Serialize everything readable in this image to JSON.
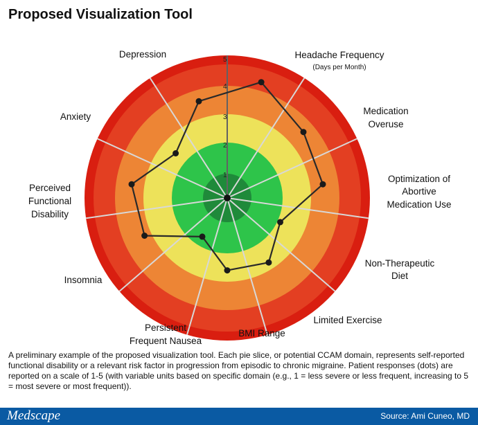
{
  "title": "Proposed Visualization Tool",
  "domains": [
    "Headache Frequency",
    "Medication Overuse",
    "Optimization of Abortive Medication Use",
    "Non-Therapeutic Diet",
    "Limited Exercise",
    "BMI Range",
    "Persistent Frequent Nausea",
    "Insomnia",
    "Perceived Functional Disability",
    "Anxiety",
    "Depression"
  ],
  "labels": {
    "headache_1": "Headache Frequency",
    "headache_sub": "(Days per Month)",
    "med_overuse_1": "Medication",
    "med_overuse_2": "Overuse",
    "optim_1": "Optimization of",
    "optim_2": "Abortive",
    "optim_3": "Medication Use",
    "diet_1": "Non-Therapeutic",
    "diet_2": "Diet",
    "exercise": "Limited Exercise",
    "bmi": "BMI Range",
    "nausea_1": "Persistent",
    "nausea_2": "Frequent Nausea",
    "insomnia": "Insomnia",
    "disability_1": "Perceived",
    "disability_2": "Functional",
    "disability_3": "Disability",
    "anxiety": "Anxiety",
    "depression": "Depression"
  },
  "scale_ticks": [
    "1",
    "2",
    "3",
    "4",
    "5"
  ],
  "responses": [
    {
      "domain": "Headache Frequency",
      "value": 4.4
    },
    {
      "domain": "Medication Overuse",
      "value": 3.6
    },
    {
      "domain": "Optimization of Abortive Medication Use",
      "value": 3.45
    },
    {
      "domain": "Non-Therapeutic Diet",
      "value": 2.1
    },
    {
      "domain": "Limited Exercise",
      "value": 2.75
    },
    {
      "domain": "BMI Range",
      "value": 2.6
    },
    {
      "domain": "Persistent Frequent Nausea",
      "value": 1.7
    },
    {
      "domain": "Insomnia",
      "value": 3.25
    },
    {
      "domain": "Perceived Functional Disability",
      "value": 3.45
    },
    {
      "domain": "Anxiety",
      "value": 2.45
    },
    {
      "domain": "Depression",
      "value": 3.6
    }
  ],
  "zone_colors": {
    "center": "#1f8a3a",
    "level_1": "#2ec44a",
    "level_2": "#ede25a",
    "level_3": "#ed8535",
    "level_4": "#e33f22",
    "level_5": "#d91e10"
  },
  "caption": "A preliminary example of the proposed visualization tool. Each pie slice, or potential CCAM domain, represents self-reported functional disability or a relevant risk factor in progression from episodic to chronic migraine. Patient responses (dots) are reported on a scale of 1-5 (with variable units based on specific domain (e.g., 1 = less severe or less frequent, increasing to 5 = most severe or most frequent)).",
  "footer": {
    "logo": "Medscape",
    "credit": "Source: Ami Cuneo, MD"
  }
}
